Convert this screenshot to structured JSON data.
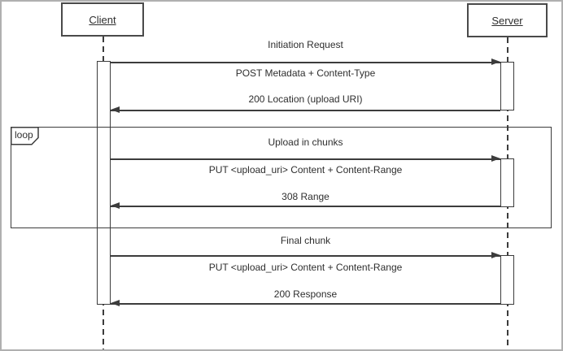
{
  "diagram_type": "uml-sequence",
  "actors": {
    "client": "Client",
    "server": "Server"
  },
  "fragment": {
    "label": "loop"
  },
  "sections": {
    "initiation": "Initiation Request",
    "chunks": "Upload in chunks",
    "final": "Final chunk"
  },
  "messages": {
    "post_metadata": "POST Metadata + Content-Type",
    "location_response": "200 Location (upload URI)",
    "put_chunk": "PUT <upload_uri> Content + Content-Range",
    "range_response": "308 Range",
    "put_final": "PUT <upload_uri> Content + Content-Range",
    "final_response": "200 Response"
  },
  "colors": {
    "line": "#3c3c3c",
    "text": "#2e2e2e",
    "background": "#ffffff",
    "outer_border": "#b0b0b0"
  }
}
